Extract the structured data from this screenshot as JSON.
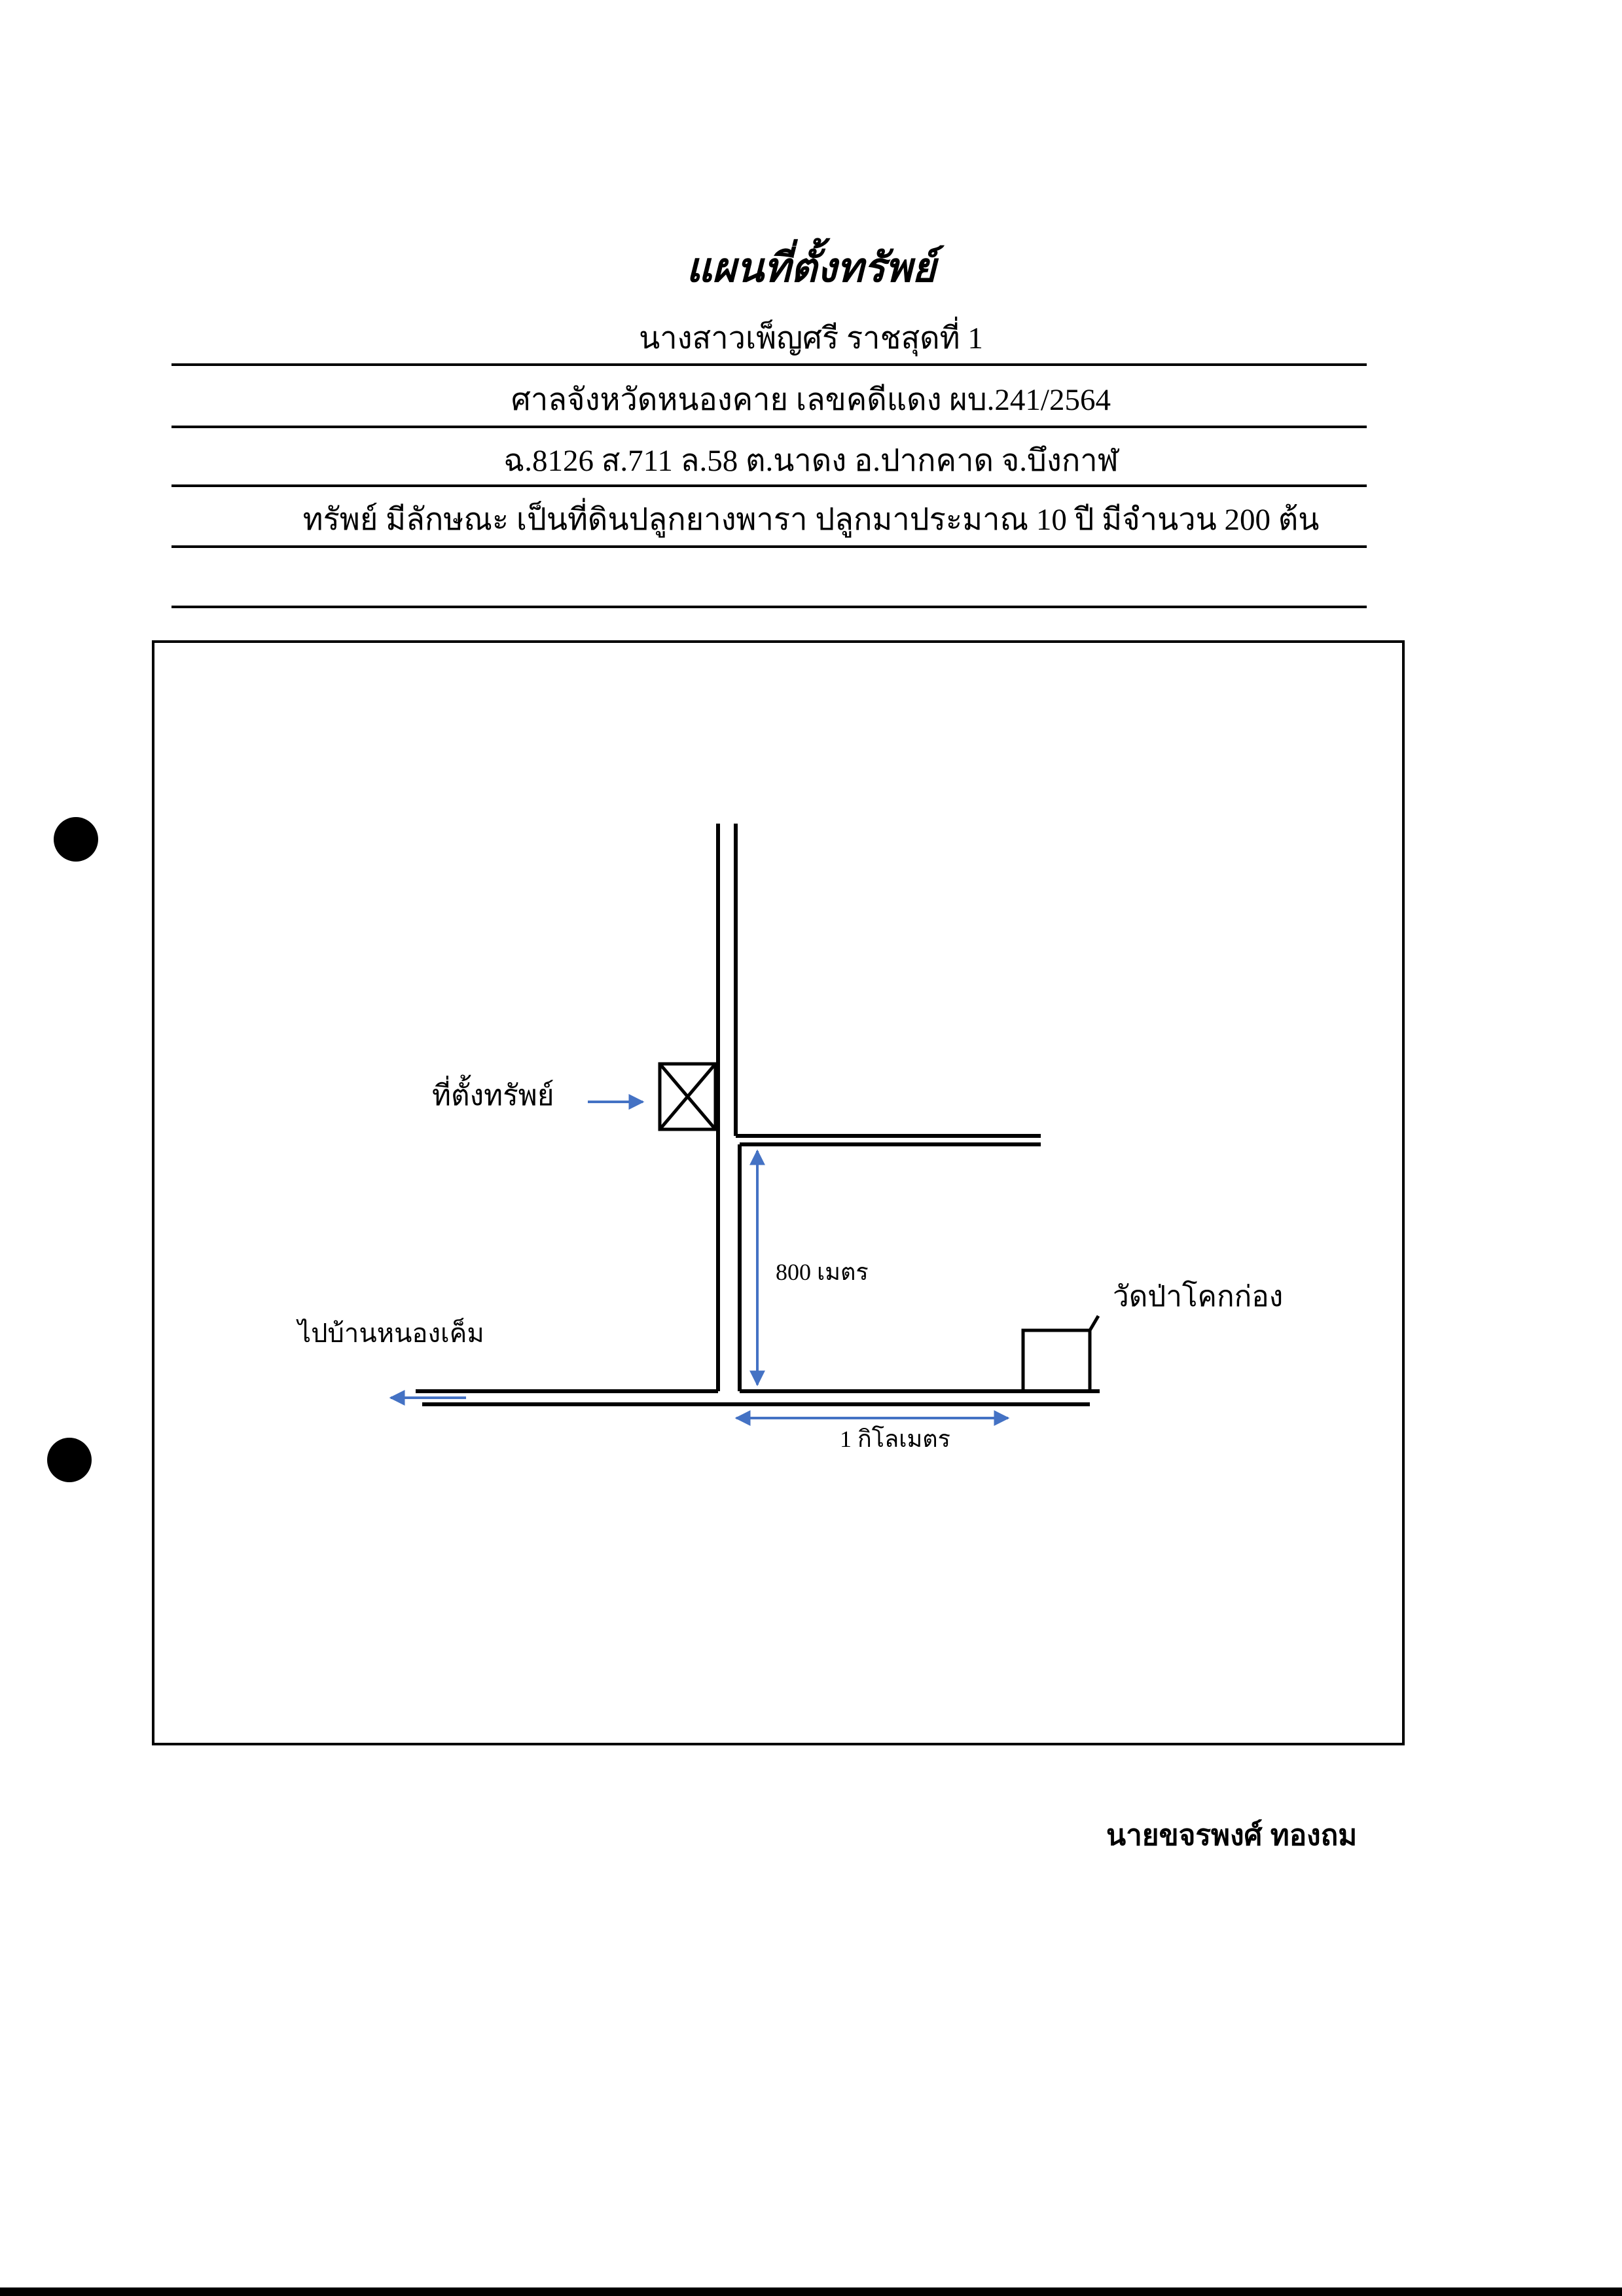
{
  "header": {
    "title": "แผนที่ตั้งทรัพย์",
    "owner": "นางสาวเพ็ญศรี ราชสุดที่ 1",
    "court_case": "ศาลจังหวัดหนองคาย เลขคดีแดง ผบ.241/2564",
    "deed": "ฉ.8126 ส.711 ล.58 ต.นาดง อ.ปากคาด จ.บึงกาฬ",
    "description": "ทรัพย์ มีลักษณะ  เป็นที่ดินปลูกยางพารา ปลูกมาประมาณ 10 ปี มีจำนวน 200 ต้น"
  },
  "map": {
    "property_label": "ที่ตั้งทรัพย์",
    "distance_vertical": "800 เมตร",
    "temple_label": "วัดป่าโคกก่อง",
    "direction_label": "ไปบ้านหนองเค็ม",
    "distance_horizontal": "1 กิโลเมตร",
    "arrow_color": "#4472C4",
    "line_color": "#000000"
  },
  "footer": {
    "signature": "นายขจรพงศ์ ทองถม"
  }
}
